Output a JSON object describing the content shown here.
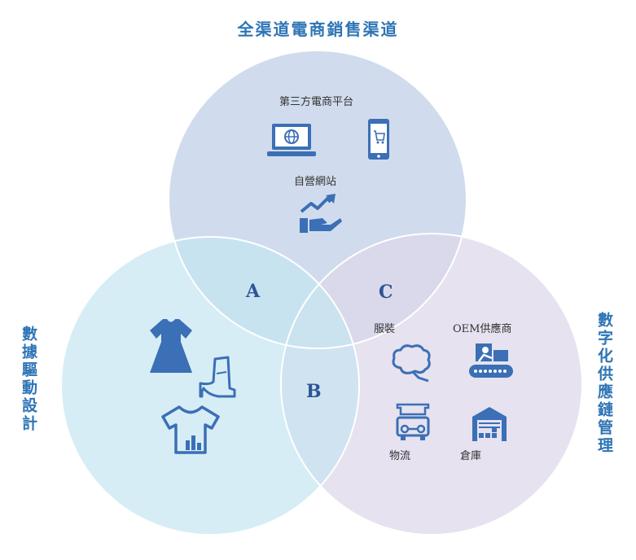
{
  "titles": {
    "top": "全渠道電商銷售渠道",
    "left": "數據驅動設計",
    "right": "數字化供應鏈管理"
  },
  "top_circle": {
    "label_platform": "第三方電商平台",
    "label_own_site": "自營網站"
  },
  "right_circle": {
    "label_apparel": "服裝",
    "label_oem": "OEM供應商",
    "label_logistics": "物流",
    "label_warehouse": "倉庫"
  },
  "regions": {
    "a": "A",
    "b": "B",
    "c": "C"
  },
  "colors": {
    "title": "#2e74b5",
    "icon": "#3b6fb6",
    "circle_top": "#c8d6ea",
    "circle_left": "#cfeaf3",
    "circle_right": "#e0dbeb"
  },
  "icons": [
    "laptop-globe-icon",
    "mobile-cart-icon",
    "hand-growth-icon",
    "dress-icon",
    "boot-icon",
    "tshirt-icon",
    "cotton-icon",
    "conveyor-worker-icon",
    "truck-icon",
    "warehouse-icon"
  ]
}
